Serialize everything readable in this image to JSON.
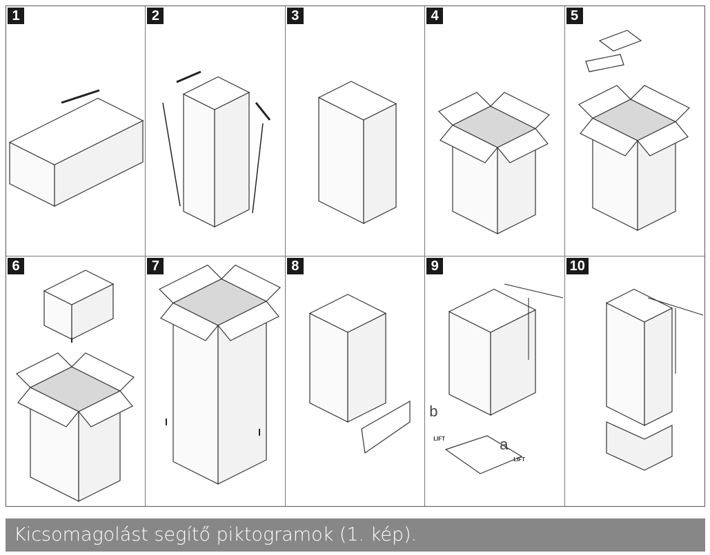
{
  "steps": [
    {
      "number": "1"
    },
    {
      "number": "2"
    },
    {
      "number": "3"
    },
    {
      "number": "4"
    },
    {
      "number": "5"
    },
    {
      "number": "6"
    },
    {
      "number": "7"
    },
    {
      "number": "8"
    },
    {
      "number": "9"
    },
    {
      "number": "10"
    }
  ],
  "step9_labels": {
    "b": "b",
    "a": "a",
    "lift_b": "LIFT",
    "lift_a": "LIFT"
  },
  "caption": "Kicsomagolást segítő piktogramok (1. kép)."
}
